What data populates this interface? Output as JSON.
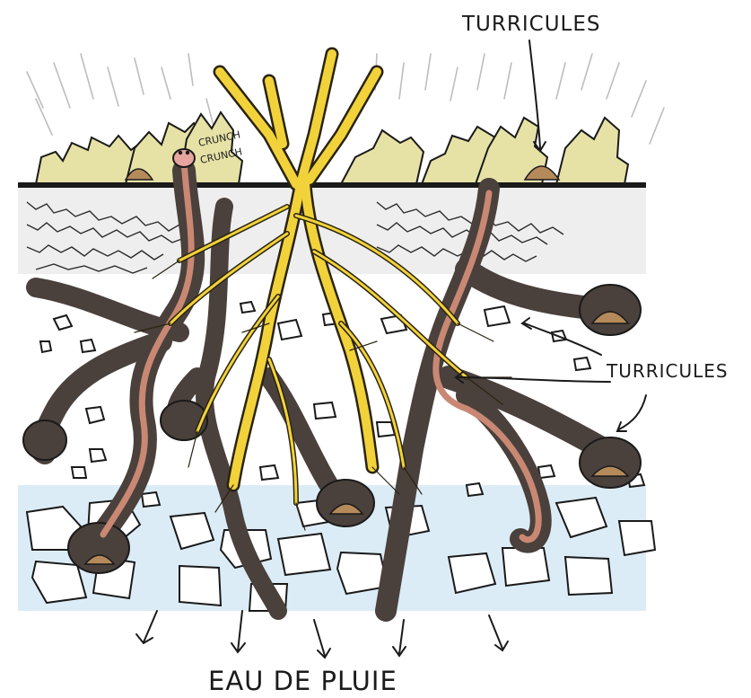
{
  "labels": {
    "turricules_top": "TURRICULES",
    "turricules_right": "TURRICULES",
    "eau_de_pluie": "EAU DE PLUIE",
    "crunch_1": "CRUNCH",
    "crunch_2": "CRUNCH"
  },
  "colors": {
    "root": "#f2d23a",
    "root_outline": "#2a2410",
    "burrow": "#4a403c",
    "worm": "#c98873",
    "leaf": "#e6e2a6",
    "soil_line": "#1a1a1a",
    "water": "#dcecf6",
    "cast": "#b58a5a"
  }
}
